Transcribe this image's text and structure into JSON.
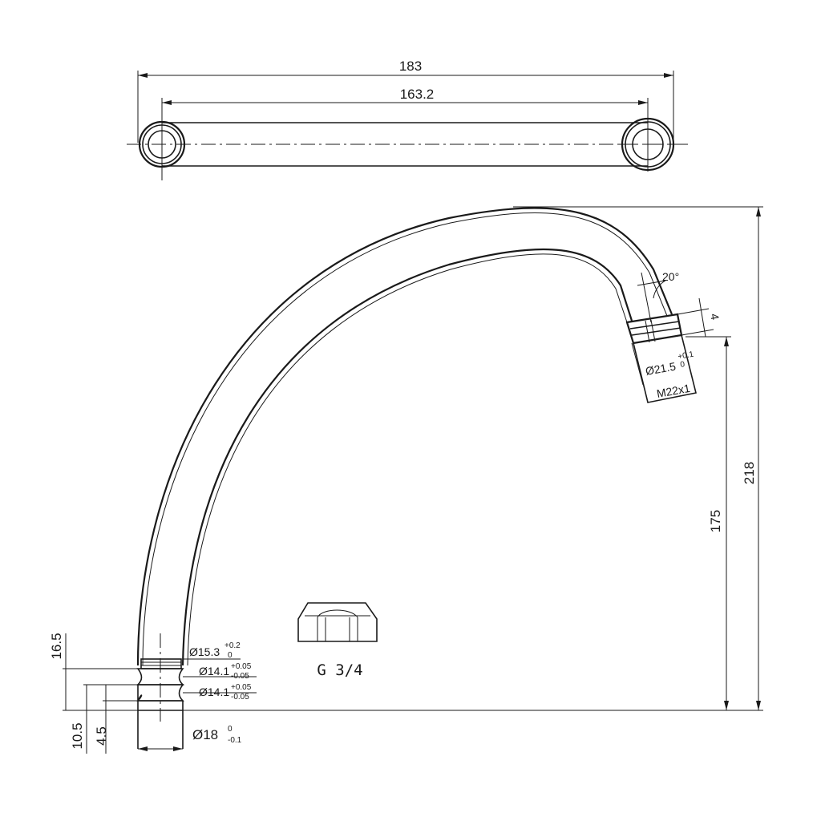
{
  "top_view": {
    "overall_length": "183",
    "center_distance": "163.2"
  },
  "side_view": {
    "overall_height": "218",
    "outlet_height": "175",
    "outlet_angle": "20°",
    "outlet_offset": "4",
    "outlet_diameter": "Ø21.5",
    "outlet_diameter_tol_upper": "+0.1",
    "outlet_diameter_tol_lower": "0",
    "outlet_thread": "M22x1"
  },
  "base": {
    "groove_height": "16.5",
    "lower_height": "10.5",
    "bottom_height": "4.5",
    "d1": "Ø15.3",
    "d1_tol_upper": "+0.2",
    "d1_tol_lower": "0",
    "d2": "Ø14.1",
    "d2_tol_upper": "+0.05",
    "d2_tol_lower": "-0.05",
    "d3": "Ø14.1",
    "d3_tol_upper": "+0.05",
    "d3_tol_lower": "-0.05",
    "d4": "Ø18",
    "d4_tol_upper": "0",
    "d4_tol_lower": "-0.1"
  },
  "nut": {
    "label": "G 3/4"
  }
}
